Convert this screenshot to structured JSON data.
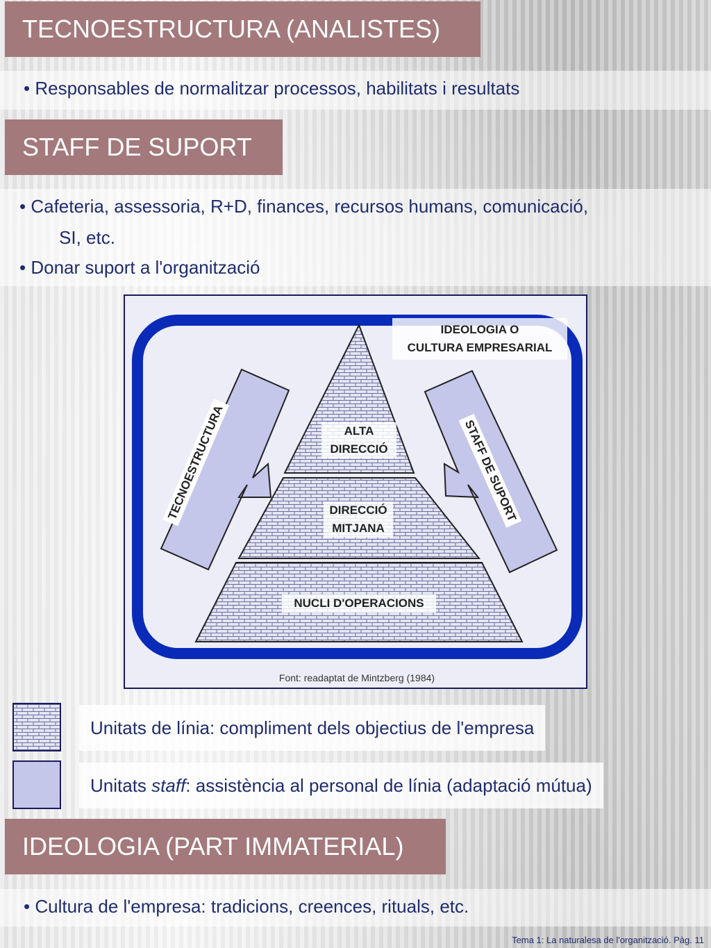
{
  "sections": {
    "tecnoestructura": {
      "title": "TECNOESTRUCTURA (ANALISTES)",
      "bullets": [
        "• Responsables de normalitzar processos, habilitats i resultats"
      ]
    },
    "staff": {
      "title": "STAFF DE SUPORT",
      "bullets": [
        "• Cafeteria, assessoria, R+D, finances, recursos humans, comunicació,",
        "SI, etc.",
        "• Donar suport a l'organització"
      ]
    },
    "ideologia": {
      "title": "IDEOLOGIA (PART IMMATERIAL)",
      "bullets": [
        "• Cultura de l'empresa: tradicions, creences, rituals, etc."
      ]
    }
  },
  "diagram": {
    "ideology_label_line1": "IDEOLOGIA O",
    "ideology_label_line2": "CULTURA EMPRESARIAL",
    "alta_line1": "ALTA",
    "alta_line2": "DIRECCIÓ",
    "mitjana_line1": "DIRECCIÓ",
    "mitjana_line2": "MITJANA",
    "nucli": "NUCLI D'OPERACIONS",
    "left_arrow_label": "TECNOESTRUCTURA",
    "right_arrow_label": "STAFF DE SUPORT",
    "source": "Font: readaptat de Mintzberg (1984)"
  },
  "legend": {
    "line_units": "Unitats de línia: compliment dels objectius de l'empresa",
    "staff_prefix": "Unitats ",
    "staff_italic": "staff",
    "staff_suffix": ": assistència al personal de línia (adaptació mútua)"
  },
  "colors": {
    "header_bg": "#a3797b",
    "text_blue": "#1f2c6e",
    "frame_blue": "#0a2bb8",
    "staff_fill": "#c4c6ea"
  },
  "footer": "Tema 1: La naturalesa de l'organització. Pàg. 11"
}
